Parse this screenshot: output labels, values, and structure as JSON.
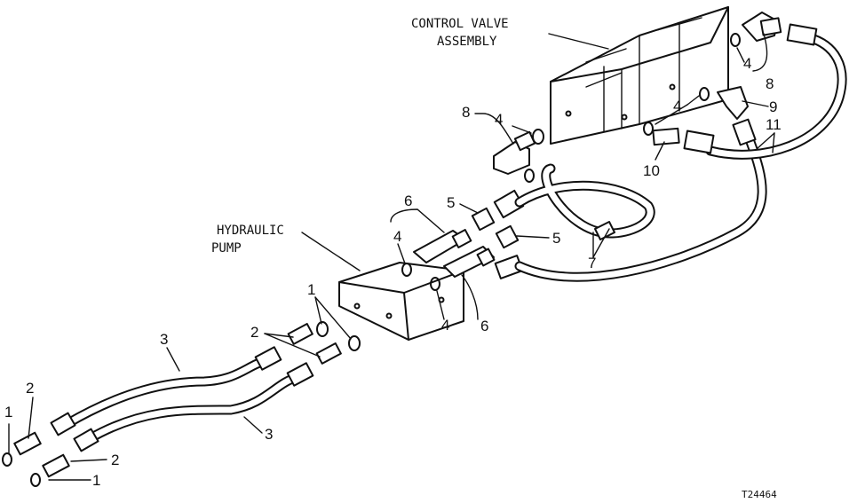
{
  "labels": {
    "control_valve_line1": "CONTROL VALVE",
    "control_valve_line2": "ASSEMBLY",
    "hydraulic_pump_line1": "HYDRAULIC",
    "hydraulic_pump_line2": "PUMP",
    "figure_code": "T24464"
  },
  "callouts": {
    "c1a": "1",
    "c1b": "1",
    "c1c": "1",
    "c2a": "2",
    "c2b": "2",
    "c2c": "2",
    "c3a": "3",
    "c3b": "3",
    "c4a": "4",
    "c4b": "4",
    "c4c": "4",
    "c4d": "4",
    "c4e": "4",
    "c5a": "5",
    "c5b": "5",
    "c6a": "6",
    "c6b": "6",
    "c7": "7",
    "c8a": "8",
    "c8b": "8",
    "c9": "9",
    "c10": "10",
    "c11": "11"
  }
}
